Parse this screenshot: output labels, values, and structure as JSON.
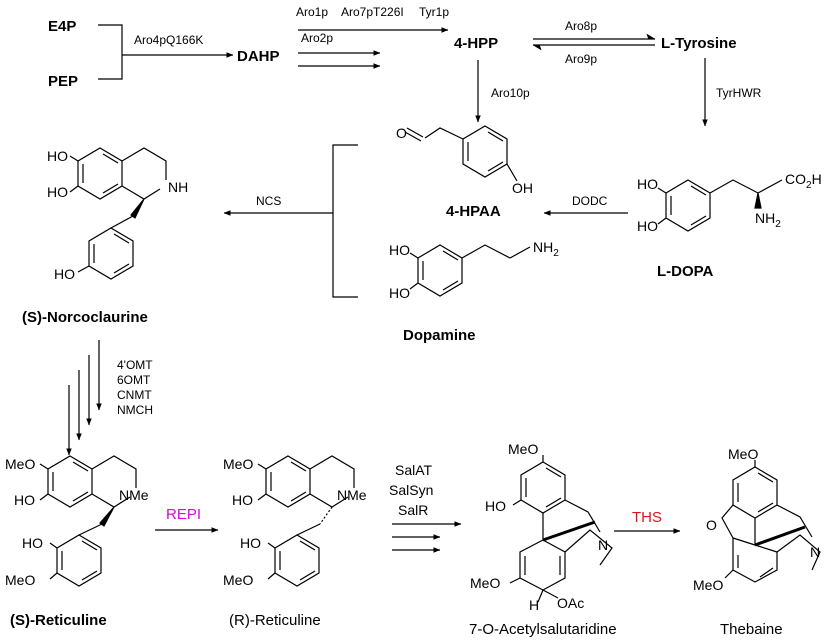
{
  "compounds": {
    "e4p": "E4P",
    "pep": "PEP",
    "dahp": "DAHP",
    "hpp": "4-HPP",
    "ltyrosine": "L-Tyrosine",
    "hpaa": "4-HPAA",
    "ldopa": "L-DOPA",
    "dopamine": "Dopamine",
    "s_norcoclaurine": "(S)-Norcoclaurine",
    "s_reticuline": "(S)-Reticuline",
    "r_reticuline": "(R)-Reticuline",
    "acetylsalutaridine": "7-O-Acetylsalutaridine",
    "thebaine": "Thebaine"
  },
  "enzymes": {
    "aro4p": "Aro4pQ166K",
    "aro1p": "Aro1p",
    "aro7p": "Aro7pT226I",
    "aro2p": "Aro2p",
    "tyr1p": "Tyr1p",
    "aro8p": "Aro8p",
    "aro9p": "Aro9p",
    "aro10p": "Aro10p",
    "tyrhwr": "TyrHWR",
    "dodc": "DODC",
    "ncs": "NCS",
    "omt4": "4'OMT",
    "omt6": "6OMT",
    "cnmt": "CNMT",
    "nmch": "NMCH",
    "repi": "REPI",
    "salat": "SalAT",
    "salsyn": "SalSyn",
    "salr": "SalR",
    "ths": "THS"
  },
  "atoms": {
    "ho": "HO",
    "oh": "OH",
    "nh": "NH",
    "n": "N",
    "nme": "NMe",
    "meo": "MeO",
    "co2h": "CO",
    "co2h_sub": "2",
    "co2h_h": "H",
    "nh2": "NH",
    "nh2_sub": "2",
    "o": "O",
    "h": "H",
    "oac": "OAc"
  },
  "colors": {
    "repi": "#e100e1",
    "ths": "#e8101a",
    "ink": "#000000"
  }
}
